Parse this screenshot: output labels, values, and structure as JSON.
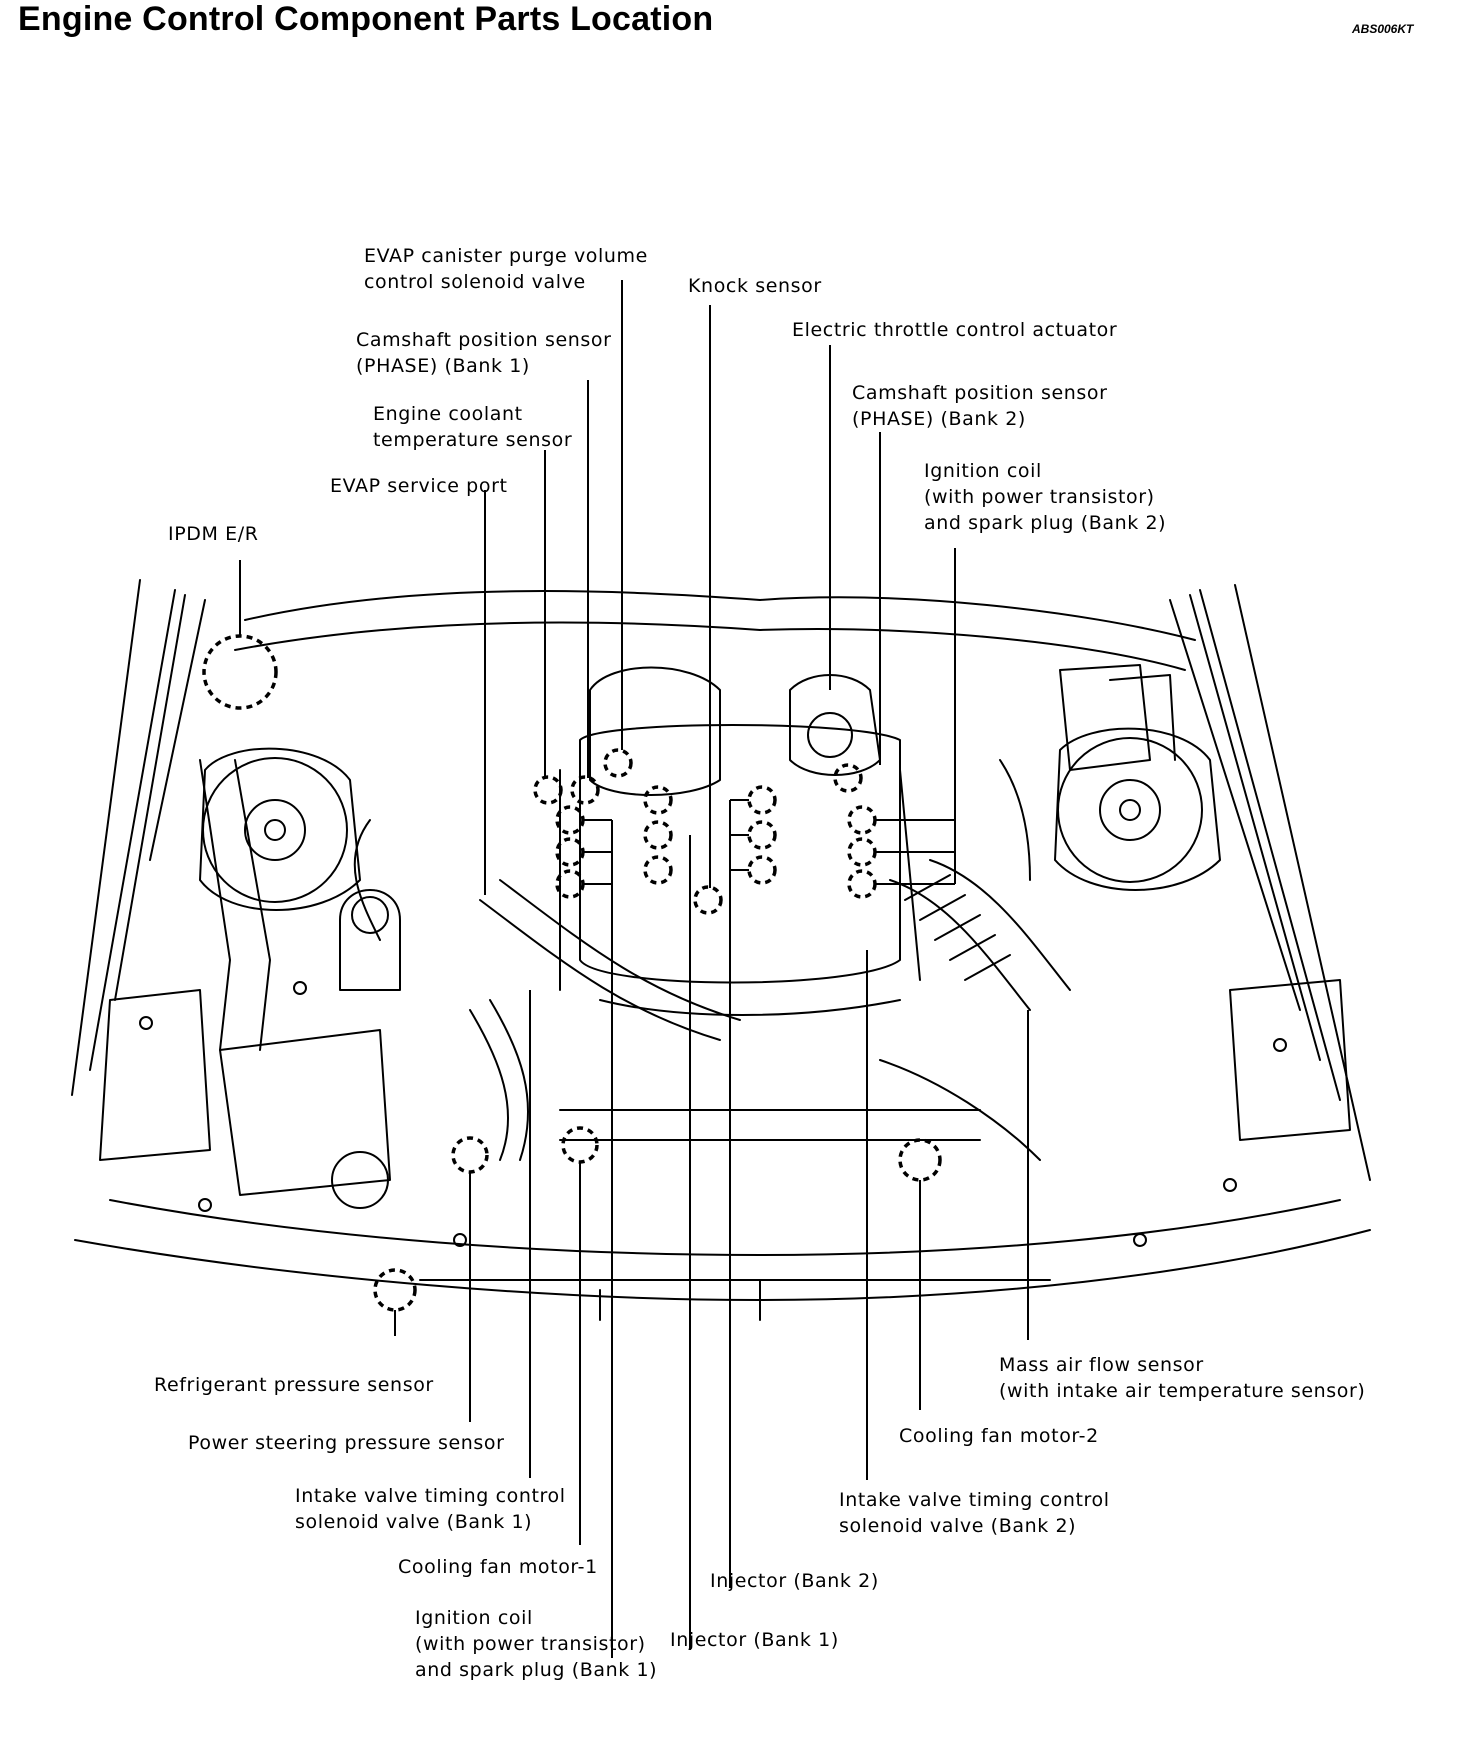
{
  "title": "Engine Control Component Parts Location",
  "doc_code": "ABS006KT",
  "labels": {
    "evap_purge": [
      "EVAP canister purge volume",
      "control solenoid valve"
    ],
    "knock": [
      "Knock sensor"
    ],
    "throttle": [
      "Electric throttle control actuator"
    ],
    "cam_b1": [
      "Camshaft position sensor",
      "(PHASE) (Bank 1)"
    ],
    "cam_b2": [
      "Camshaft position sensor",
      "(PHASE) (Bank 2)"
    ],
    "coolant": [
      "Engine coolant",
      "temperature sensor"
    ],
    "coil_b2": [
      "Ignition coil",
      "(with power transistor)",
      "and spark plug (Bank 2)"
    ],
    "evap_port": [
      "EVAP service port"
    ],
    "ipdm": [
      "IPDM E/R"
    ],
    "refrig": [
      "Refrigerant pressure sensor"
    ],
    "maf": [
      "Mass air flow sensor",
      "(with intake air temperature sensor)"
    ],
    "fan2": [
      "Cooling fan motor-2"
    ],
    "pstr": [
      "Power steering pressure sensor"
    ],
    "ivt_b1": [
      "Intake valve timing control",
      "solenoid valve (Bank 1)"
    ],
    "ivt_b2": [
      "Intake valve timing control",
      "solenoid valve (Bank 2)"
    ],
    "fan1": [
      "Cooling fan motor-1"
    ],
    "inj_b2": [
      "Injector (Bank 2)"
    ],
    "coil_b1": [
      "Ignition coil",
      "(with power transistor)",
      "and spark plug (Bank 1)"
    ],
    "inj_b1": [
      "Injector (Bank 1)"
    ]
  }
}
